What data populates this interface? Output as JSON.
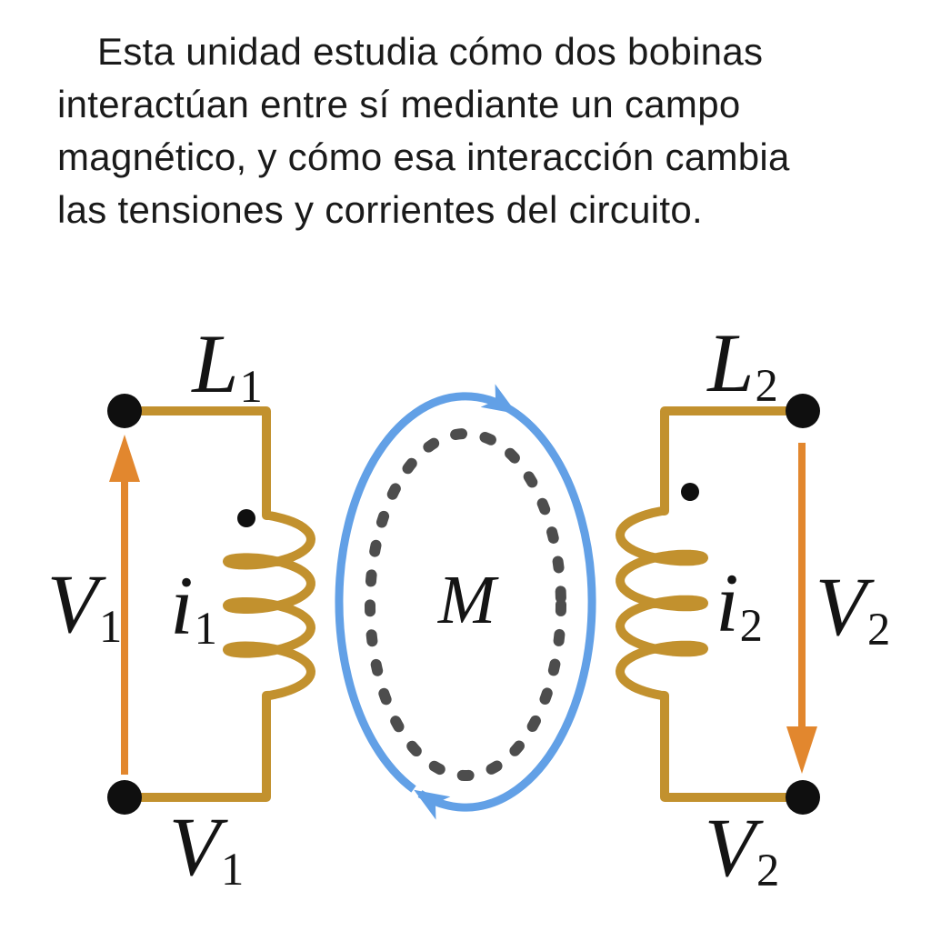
{
  "intro": {
    "lines": [
      "Esta unidad estudia cómo dos bobinas",
      "interactúan entre sí mediante un campo",
      "magnético, y cómo esa interacción cambia",
      "las tensiones y corrientes del circuito."
    ]
  },
  "diagram": {
    "labels": {
      "l1": {
        "base": "L",
        "sub": "1"
      },
      "l2": {
        "base": "L",
        "sub": "2"
      },
      "v1_side": {
        "base": "V",
        "sub": "1"
      },
      "v1_bottom": {
        "base": "V",
        "sub": "1"
      },
      "v2_side": {
        "base": "V",
        "sub": "2"
      },
      "v2_bottom": {
        "base": "V",
        "sub": "2"
      },
      "i1": {
        "base": "i",
        "sub": "1"
      },
      "i2": {
        "base": "i",
        "sub": "2"
      },
      "m": {
        "base": "M",
        "sub": ""
      }
    },
    "colors": {
      "wire": "#C2912E",
      "voltage_arrow": "#E2872E",
      "flux_loop": "#62A0E6",
      "coupling_dashes": "#4D4D4D",
      "terminal": "#0F0F0F",
      "text": "#1A1A1A"
    }
  }
}
